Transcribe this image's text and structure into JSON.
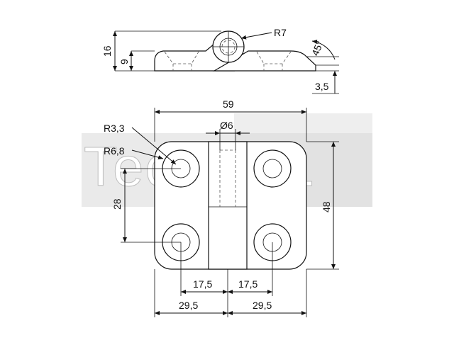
{
  "watermark": {
    "text": "TechXXL",
    "color": "#c8c8c8"
  },
  "side_view": {
    "overall_height": "16",
    "leaf_height": "9",
    "knuckle_radius": "R7",
    "chamfer_angle": "45°",
    "leaf_thickness": "3,5"
  },
  "top_view": {
    "overall_width": "59",
    "pin_diameter": "Ø6",
    "countersink_radius": "R3,3",
    "corner_radius": "R6,8",
    "hole_spacing_vertical": "28",
    "overall_height": "48",
    "hole_offset_left": "17,5",
    "hole_offset_right": "17,5",
    "half_width_left": "29,5",
    "half_width_right": "29,5"
  }
}
